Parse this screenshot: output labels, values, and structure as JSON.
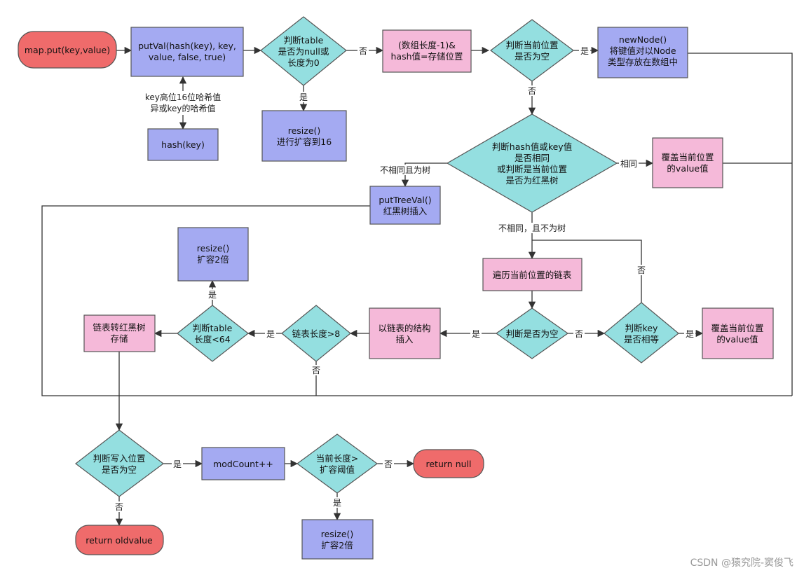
{
  "nodes": {
    "start": [
      "map.put(key,value)"
    ],
    "putval": [
      "putVal(hash(key), key,",
      "value, false, true)"
    ],
    "hashkey": [
      "hash(key)"
    ],
    "table_check": [
      "判断table",
      "是否为null或",
      "长度为0"
    ],
    "resize16": [
      "resize()",
      "进行扩容到16"
    ],
    "index_calc": [
      "(数组长度-1)&",
      "hash值=存储位置"
    ],
    "pos_empty": [
      "判断当前位置",
      "是否为空"
    ],
    "newnode": [
      "newNode()",
      "将键值对以Node",
      "类型存放在数组中"
    ],
    "hash_same": [
      "判断hash值或key值",
      "是否相同",
      "或判断是当前位置",
      "是否为红黑树"
    ],
    "overwrite1": [
      "覆盖当前位置",
      "的value值"
    ],
    "puttreeval": [
      "putTreeVal()",
      "红黑树插入"
    ],
    "traverse": [
      "遍历当前位置的链表"
    ],
    "next_empty": [
      "判断是否为空"
    ],
    "key_equal": [
      "判断key",
      "是否相等"
    ],
    "overwrite2": [
      "覆盖当前位置",
      "的value值"
    ],
    "list_insert": [
      "以链表的结构",
      "插入"
    ],
    "len_check": [
      "链表长度>8"
    ],
    "table64": [
      "判断table",
      "长度<64"
    ],
    "resize2a": [
      "resize()",
      "扩容2倍"
    ],
    "to_tree": [
      "链表转红黑树",
      "存储"
    ],
    "write_empty": [
      "判断写入位置",
      "是否为空"
    ],
    "modcount": [
      "modCount++"
    ],
    "threshold": [
      "当前长度>",
      "扩容阈值"
    ],
    "return_null": [
      "return null"
    ],
    "resize2b": [
      "resize()",
      "扩容2倍"
    ],
    "return_old": [
      "return oldvalue"
    ]
  },
  "labels": {
    "key_hash": [
      "key高位16位哈希值",
      "异或key的哈希值"
    ],
    "table_check_yes": "是",
    "table_check_no": "否",
    "pos_empty_yes": "是",
    "pos_empty_no": "否",
    "same": "相同",
    "not_same_tree": "不相同且为树",
    "not_same_not_tree": "不相同，且不为树",
    "next_empty_yes": "是",
    "next_empty_no": "否",
    "key_equal_yes": "是",
    "key_equal_no": "否",
    "len_yes": "是",
    "len_no": "否",
    "table64_yes": "是",
    "write_yes": "是",
    "write_no": "否",
    "threshold_yes": "是",
    "threshold_no": "否"
  },
  "watermark": "CSDN @猿究院-窦俊飞",
  "colors": {
    "process_blue": "#a4aaf2",
    "process_pink": "#f5b9d9",
    "decision": "#94dfe0",
    "terminal": "#ef6b6b"
  }
}
